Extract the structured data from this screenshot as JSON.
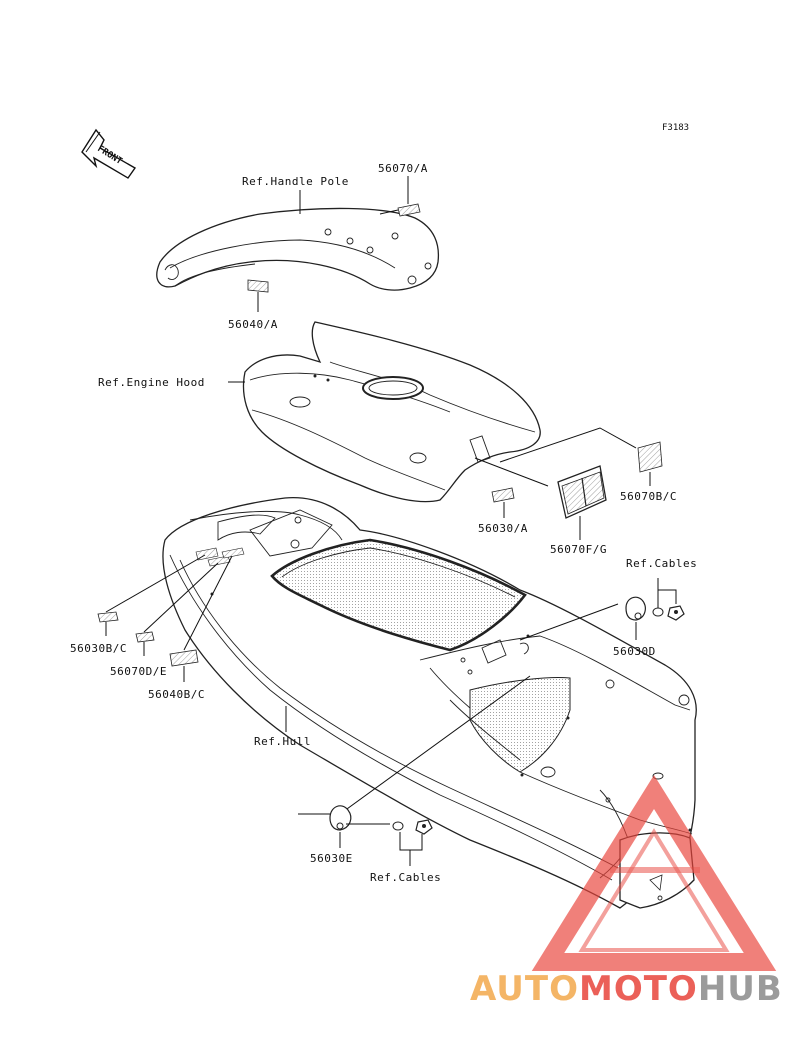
{
  "figure_code": "F3183",
  "front_arrow_text": "FRONT",
  "labels": {
    "handle_pole": "Ref.Handle Pole",
    "p56070a": "56070/A",
    "p56040a": "56040/A",
    "engine_hood": "Ref.Engine Hood",
    "p56030a": "56030/A",
    "p56070fg": "56070F/G",
    "p56070bc": "56070B/C",
    "cables_top": "Ref.Cables",
    "p56030d": "56030D",
    "p56030bc": "56030B/C",
    "p56070de": "56070D/E",
    "p56040bc": "56040B/C",
    "hull": "Ref.Hull",
    "p56030e": "56030E",
    "cables_bottom": "Ref.Cables"
  },
  "watermark": {
    "part1": "AUTO",
    "part2": "MOTO",
    "part3": "HUB",
    "color_orange": "#f3a94c",
    "color_red": "#e8453c",
    "color_gray": "#8a8a8a"
  }
}
